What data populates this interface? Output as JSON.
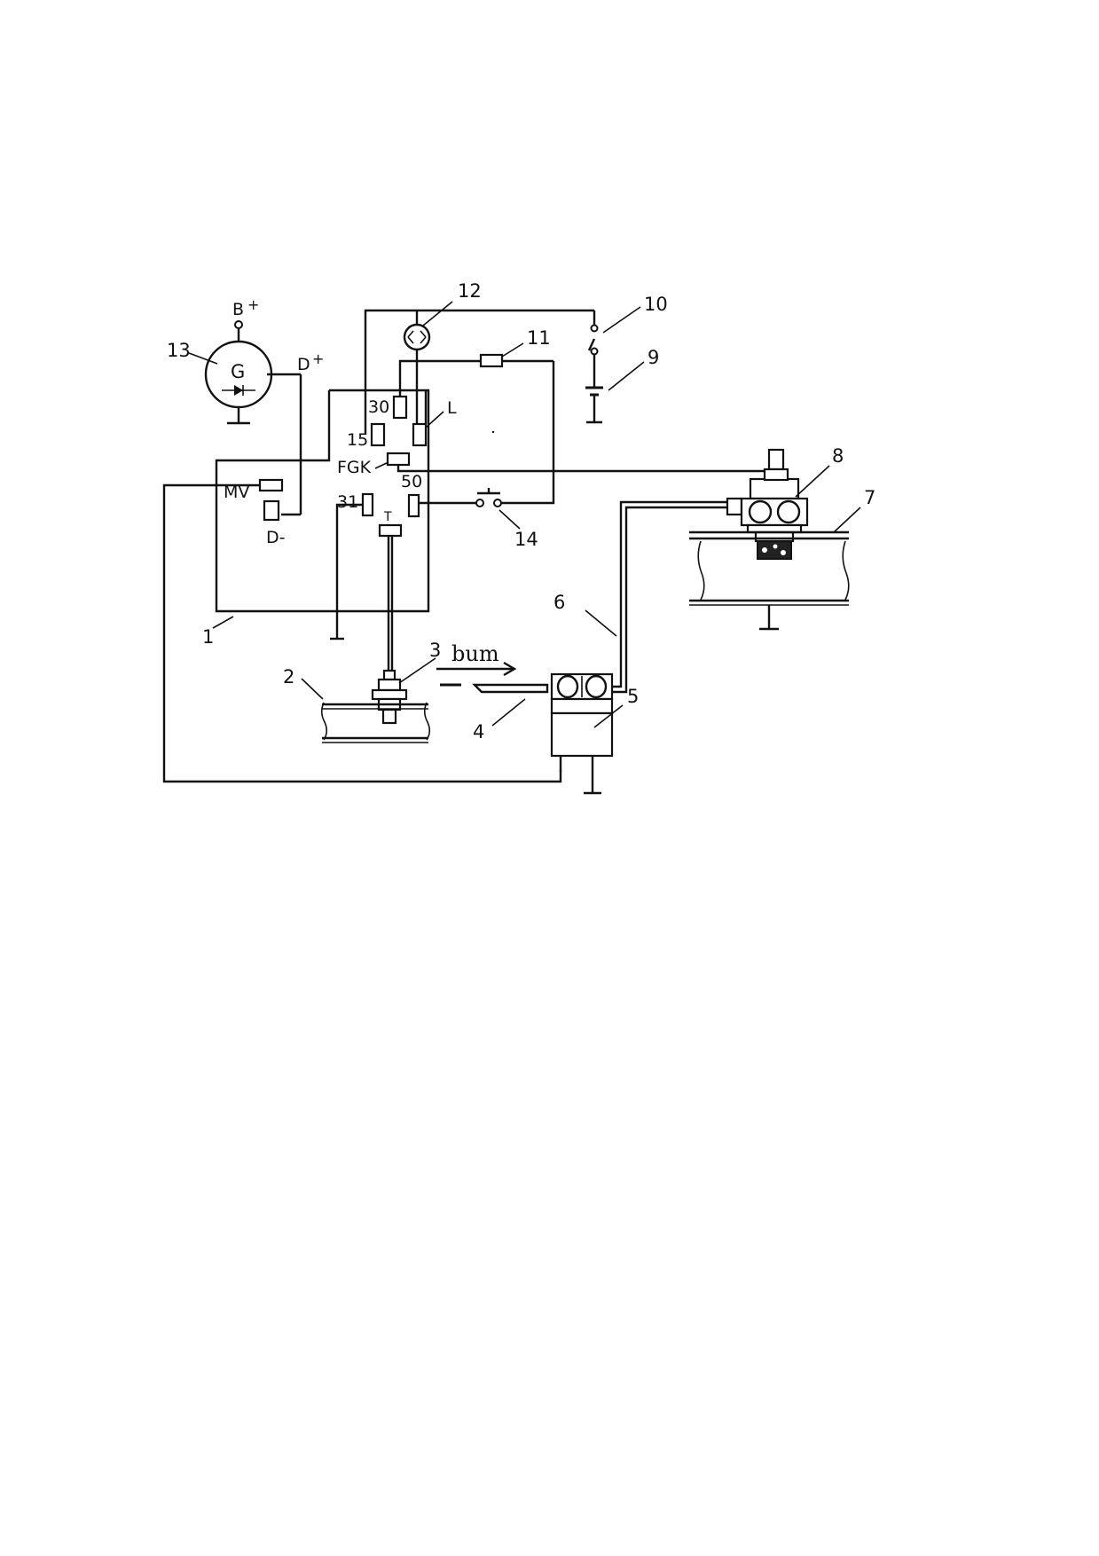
{
  "diagram": {
    "component_numbers": {
      "n1": "1",
      "n2": "2",
      "n3": "3",
      "n4": "4",
      "n5": "5",
      "n6": "6",
      "n7": "7",
      "n8": "8",
      "n9": "9",
      "n10": "10",
      "n11": "11",
      "n12": "12",
      "n13": "13",
      "n14": "14"
    },
    "terminal_labels": {
      "t30": "30",
      "t15": "15",
      "tL": "L",
      "tFGK": "FGK",
      "t50": "50",
      "t31": "31",
      "tT": "T",
      "tMV": "MV",
      "tDminus": "D-"
    },
    "generator": {
      "symbol": "G",
      "b_plus": "B",
      "d_plus": "D"
    },
    "arrow_label": "bum"
  }
}
